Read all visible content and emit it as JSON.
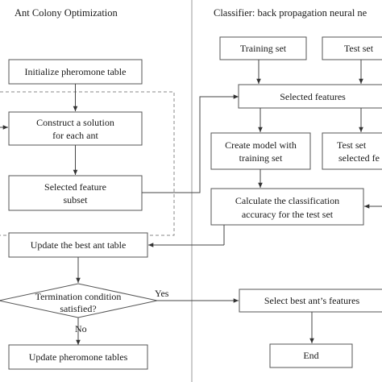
{
  "left_panel": {
    "title": "Ant Colony Optimization",
    "init_pheromone": "Initialize pheromone table",
    "construct_solution": [
      "Construct a solution",
      "for each ant"
    ],
    "selected_subset": [
      "Selected feature",
      "subset"
    ],
    "update_best": "Update the best ant table",
    "termination": [
      "Termination condition",
      "satisfied?"
    ],
    "yes_label": "Yes",
    "no_label": "No",
    "update_pheromone": "Update pheromone tables"
  },
  "right_panel": {
    "title": "Classifier: back propagation neural ne",
    "training_set": "Training set",
    "test_set": "Test set",
    "selected_features": "Selected features",
    "create_model": [
      "Create model with",
      "training set"
    ],
    "test_set_selected": [
      "Test set",
      "selected fe"
    ],
    "calc_accuracy": [
      "Calculate the classification",
      "accuracy for the test set"
    ],
    "select_best": "Select best ant’s features",
    "end": "End"
  }
}
